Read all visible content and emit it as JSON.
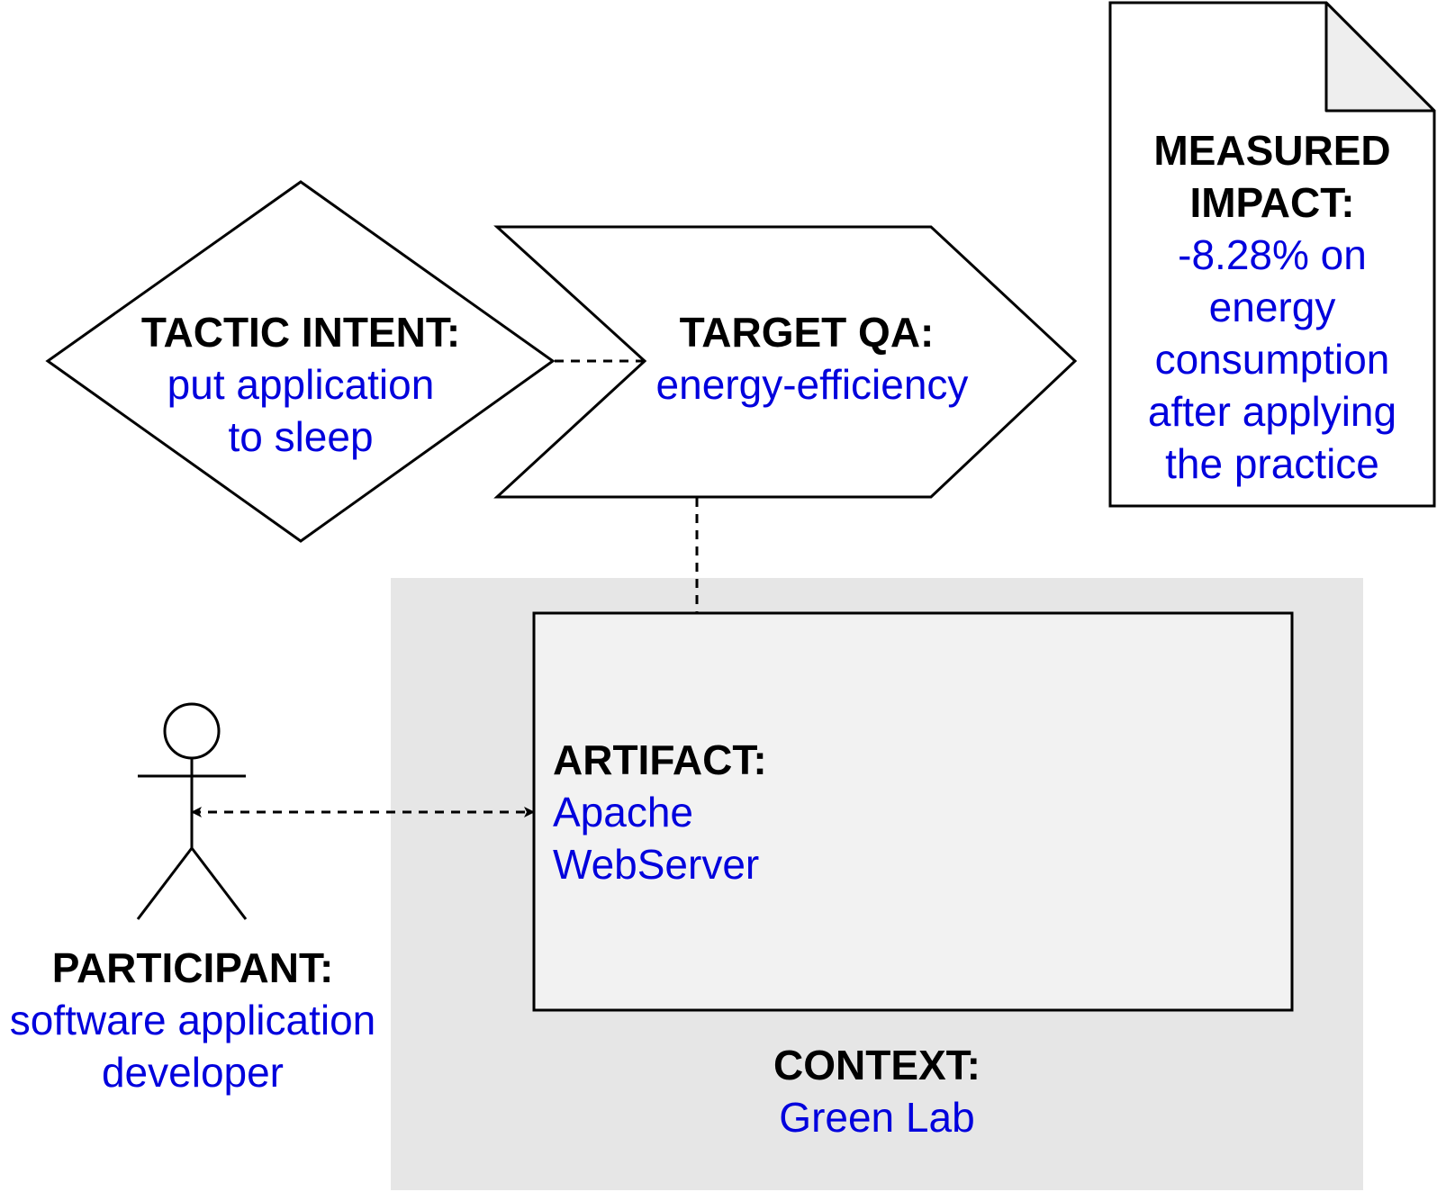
{
  "colors": {
    "label": "#000000",
    "value": "#0000dd",
    "context_fill": "#e6e6e6",
    "artifact_fill": "#f2f2f2",
    "stroke": "#000000"
  },
  "tactic": {
    "heading": "TACTIC INTENT:",
    "value": "put application to sleep"
  },
  "target_qa": {
    "heading": "TARGET QA:",
    "value": "energy-efficiency"
  },
  "impact": {
    "heading": "MEASURED IMPACT:",
    "value": "-8.28% on energy consumption after applying the practice"
  },
  "artifact": {
    "heading": "ARTIFACT:",
    "value": "Apache WebServer"
  },
  "participant": {
    "heading": "PARTICIPANT:",
    "value": "software application developer"
  },
  "context": {
    "heading": "CONTEXT:",
    "value": "Green Lab"
  }
}
